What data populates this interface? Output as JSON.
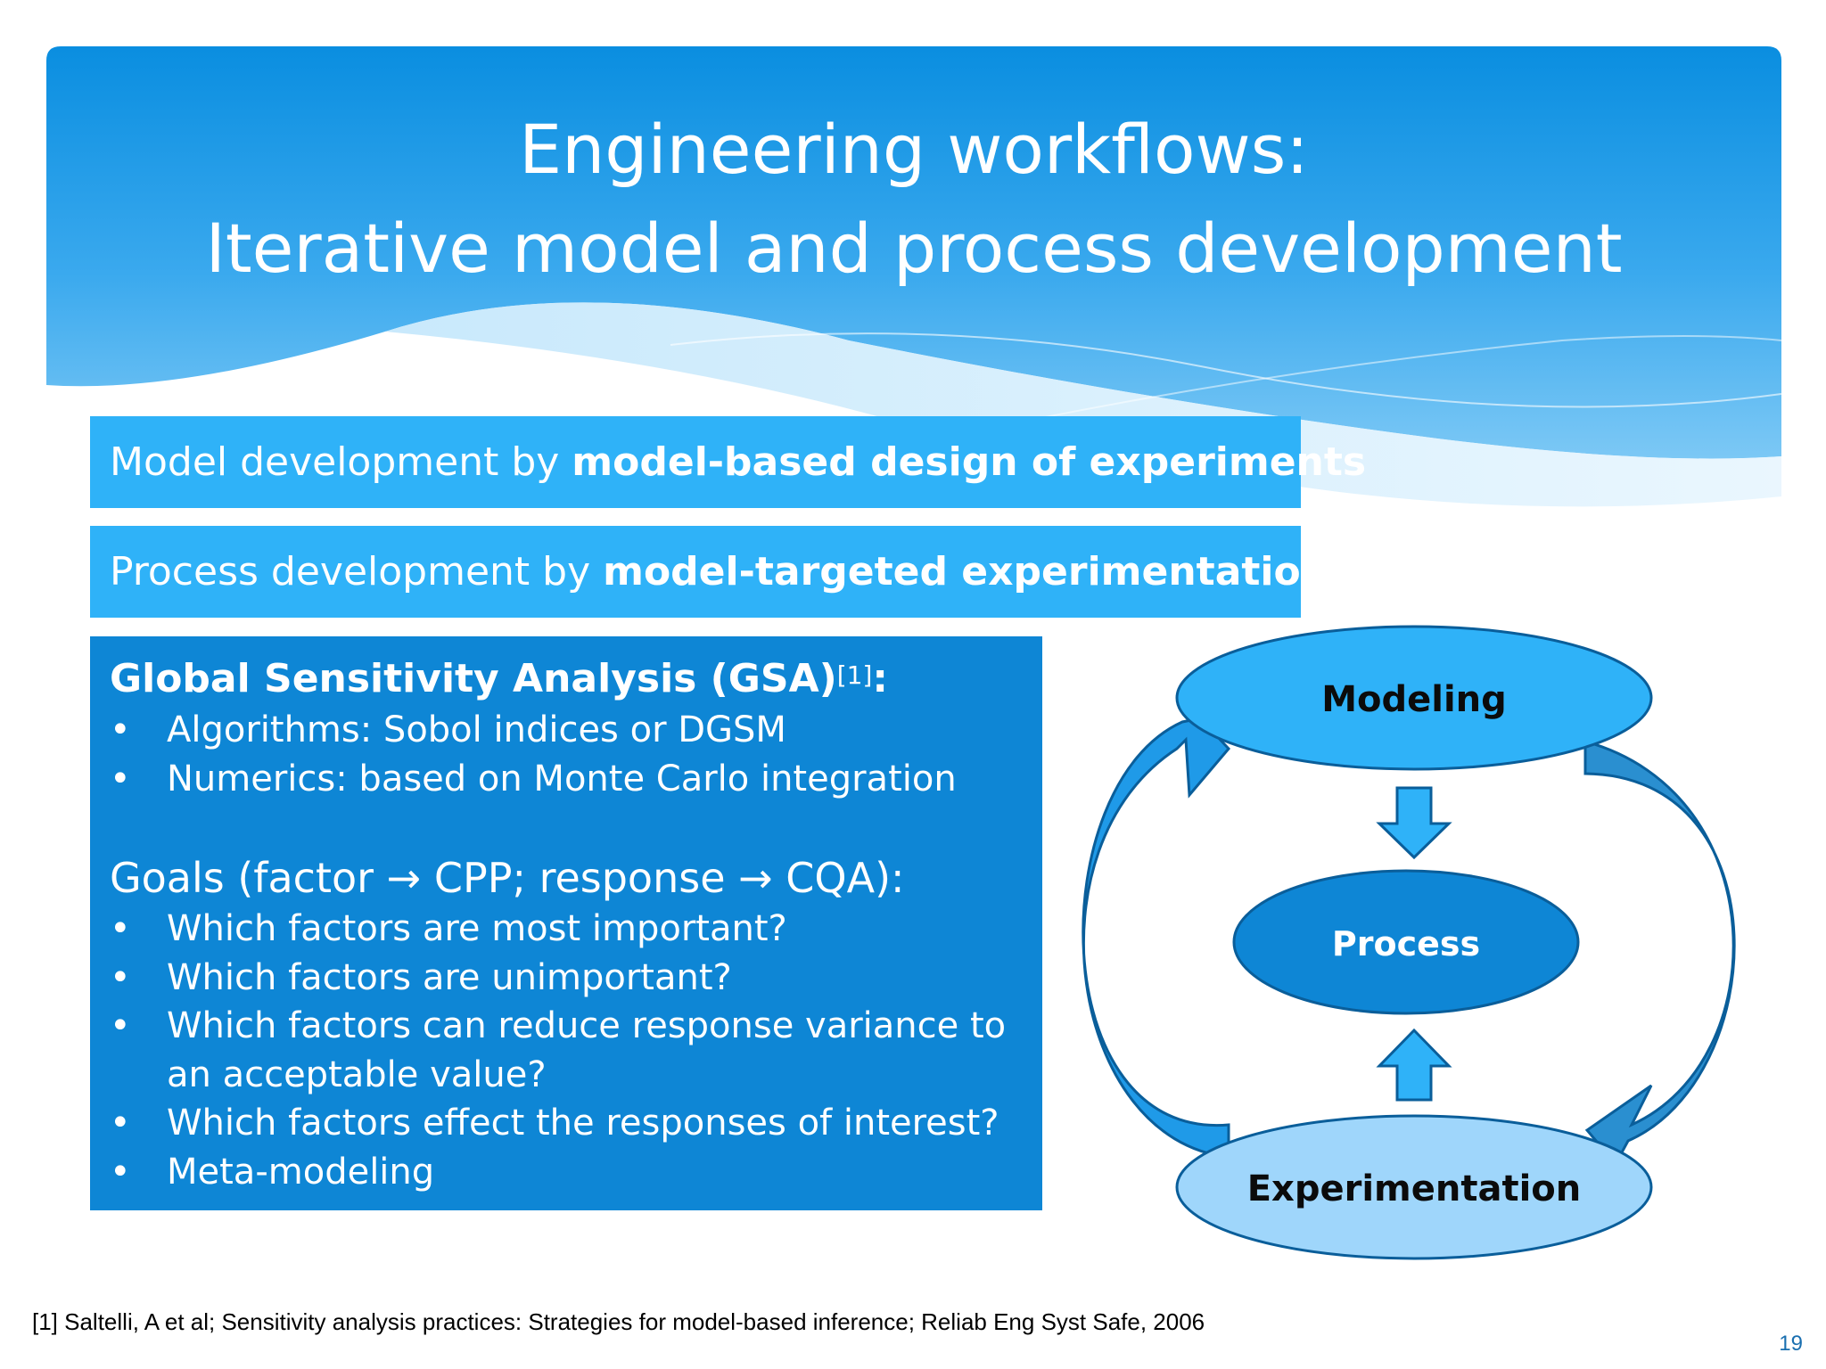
{
  "slide": {
    "title_line1": "Engineering workflows:",
    "title_line2": "Iterative model and process development",
    "banner1": {
      "prefix": "Model development by ",
      "bold": "model-based design of experiments"
    },
    "banner2": {
      "prefix": "Process development by ",
      "bold": "model-targeted experimentation"
    },
    "gsa": {
      "heading": "Global Sensitivity Analysis (GSA)",
      "heading_ref": "[1]",
      "heading_suffix": ":",
      "bullets1": [
        "Algorithms: Sobol indices or DGSM",
        "Numerics: based on Monte Carlo integration"
      ],
      "goals_heading": "Goals (factor → CPP; response → CQA):",
      "bullets2": [
        "Which factors are most important?",
        "Which factors are unimportant?",
        "Which factors can reduce response variance to an acceptable value?",
        "Which factors effect the responses of interest?",
        "Meta-modeling"
      ]
    },
    "diagram": {
      "top_label": "Modeling",
      "center_label": "Process",
      "bottom_label": "Experimentation"
    },
    "footnote": "[1] Saltelli, A et al; Sensitivity analysis practices: Strategies for model-based inference; Reliab Eng Syst Safe, 2006",
    "page_number": "19",
    "colors": {
      "header_blue": "#0a8ee0",
      "banner_blue": "#2fb2f8",
      "box_blue": "#0e86d5",
      "ellipse_top": "#2fb2f8",
      "ellipse_center": "#0e86d5",
      "ellipse_bottom": "#9fd6fb"
    }
  }
}
